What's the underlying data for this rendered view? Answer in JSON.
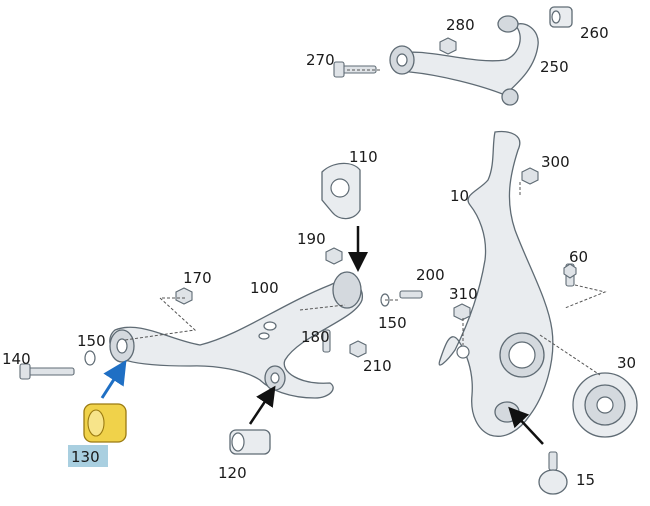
{
  "colors": {
    "highlight_label_bg": "#a9cfe0",
    "highlight_part": "#f0d24a",
    "arrow_blue": "#1f6fc4",
    "arrow_black": "#111111"
  },
  "labels": {
    "p10": "10",
    "p15": "15",
    "p30": "30",
    "p60": "60",
    "p100": "100",
    "p110": "110",
    "p120": "120",
    "p130": "130",
    "p140": "140",
    "p150a": "150",
    "p150b": "150",
    "p170": "170",
    "p180": "180",
    "p190": "190",
    "p200": "200",
    "p210": "210",
    "p250": "250",
    "p260": "260",
    "p270": "270",
    "p280": "280",
    "p300": "300",
    "p310": "310"
  }
}
